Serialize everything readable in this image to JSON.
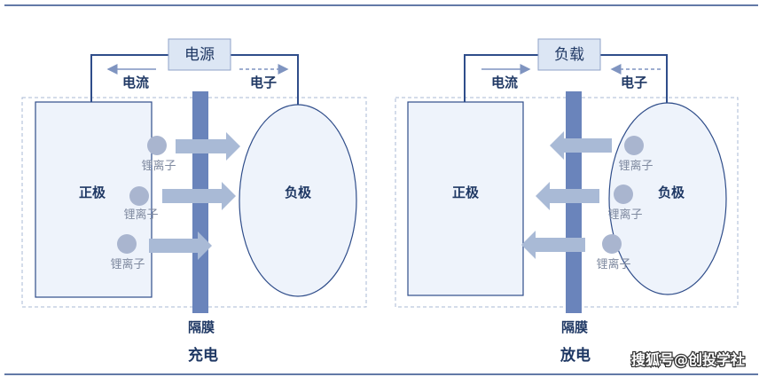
{
  "charge": {
    "source_label": "电源",
    "current_label": "电流",
    "electron_label": "电子",
    "positive_label": "正极",
    "negative_label": "负极",
    "ion_labels": [
      "锂离子",
      "锂离子",
      "锂离子"
    ],
    "separator_label": "隔膜",
    "title": "充电"
  },
  "discharge": {
    "load_label": "负载",
    "current_label": "电流",
    "electron_label": "电子",
    "positive_label": "正极",
    "negative_label": "负极",
    "ion_labels": [
      "锂离子",
      "锂离子",
      "锂离子"
    ],
    "separator_label": "隔膜",
    "title": "放电"
  },
  "watermark": "搜狐号@创投学社",
  "colors": {
    "rule": "#2f4d8a",
    "wire": "#2f4d8a",
    "box_fill": "#dce6f4",
    "electrode_fill": "#eef3fb",
    "separator": "#6a84bb",
    "ion": "#a9b5cf",
    "arrow": "#a9bad6",
    "text": "#1f3864"
  }
}
